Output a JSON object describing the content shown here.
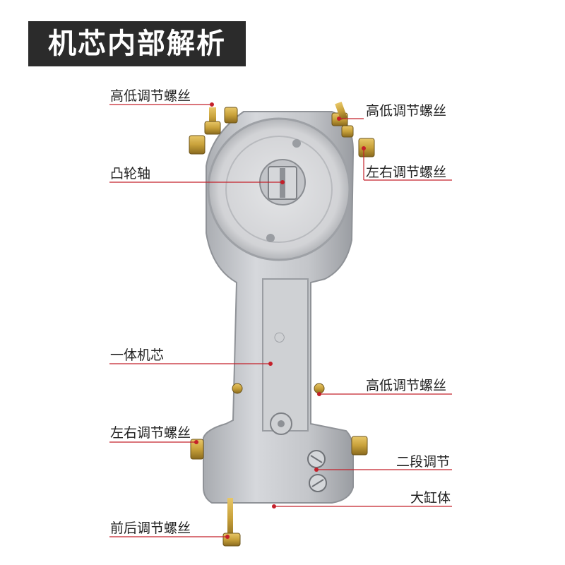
{
  "title": "机芯内部解析",
  "labels": {
    "high_low_top_left": "高低调节螺丝",
    "high_low_top_right": "高低调节螺丝",
    "left_right_top": "左右调节螺丝",
    "cam_shaft": "凸轮轴",
    "integrated_core": "一体机芯",
    "high_low_mid": "高低调节螺丝",
    "left_right_bottom": "左右调节螺丝",
    "two_stage": "二段调节",
    "big_cylinder": "大缸体",
    "front_back": "前后调节螺丝"
  },
  "colors": {
    "title_bg": "#2b2b2b",
    "leader_line": "#c4202a",
    "metal": "#c9cbcf",
    "brass": "#c8a13a"
  }
}
